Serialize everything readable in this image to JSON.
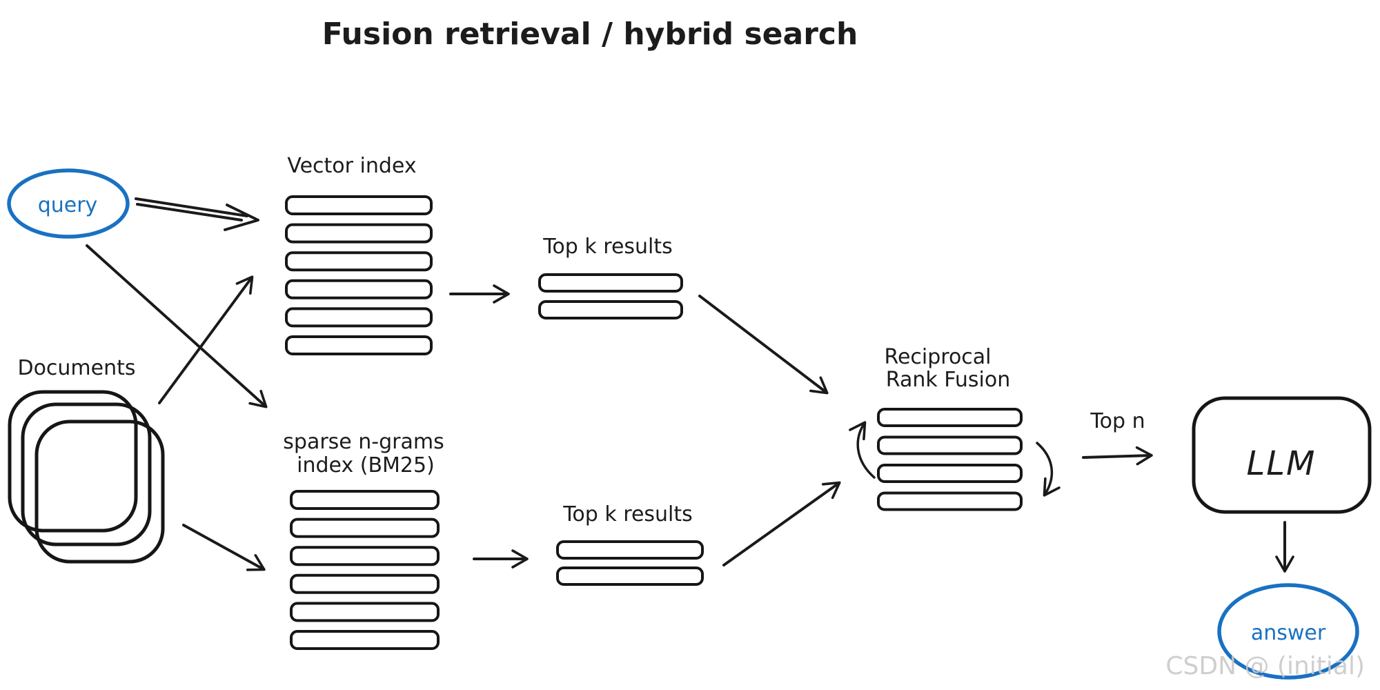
{
  "title": "Fusion retrieval / hybrid search",
  "colors": {
    "ink": "#1a1a1a",
    "accent_blue": "#1971c2",
    "watermark_gray": "#c9c9c9"
  },
  "nodes": {
    "query": {
      "label": "query"
    },
    "documents": {
      "label": "Documents",
      "doc_count": 3
    },
    "vector_index": {
      "label": "Vector index",
      "bar_count": 6
    },
    "sparse_index": {
      "label_line1": "sparse n-grams",
      "label_line2": "index (BM25)",
      "bar_count": 6
    },
    "top_k_vector": {
      "label": "Top k results",
      "bar_count": 2
    },
    "top_k_sparse": {
      "label": "Top k results",
      "bar_count": 2
    },
    "rrf": {
      "label_line1": "Reciprocal",
      "label_line2": "Rank Fusion",
      "bar_count": 4
    },
    "llm": {
      "label": "LLM"
    },
    "answer": {
      "label": "answer"
    }
  },
  "edges": {
    "top_n_label": "Top n"
  },
  "watermark": "CSDN @ (initial)"
}
